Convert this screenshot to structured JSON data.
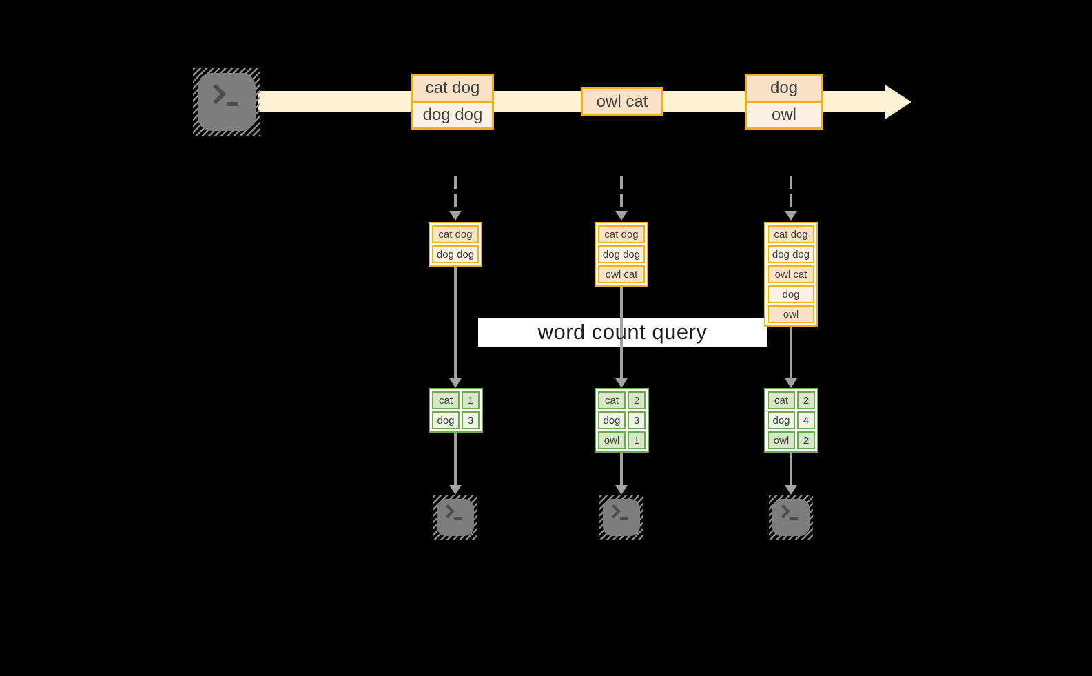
{
  "query_banner": {
    "label": "word count query"
  },
  "stream": {
    "records": [
      {
        "rows": [
          "cat dog",
          "dog dog"
        ]
      },
      {
        "rows": [
          "owl cat"
        ]
      },
      {
        "rows": [
          "dog",
          "owl"
        ]
      }
    ]
  },
  "columns": [
    {
      "buffer": [
        "cat dog",
        "dog dog"
      ],
      "counts": [
        {
          "word": "cat",
          "count": "1"
        },
        {
          "word": "dog",
          "count": "3"
        }
      ]
    },
    {
      "buffer": [
        "cat dog",
        "dog dog",
        "owl cat"
      ],
      "counts": [
        {
          "word": "cat",
          "count": "2"
        },
        {
          "word": "dog",
          "count": "3"
        },
        {
          "word": "owl",
          "count": "1"
        }
      ]
    },
    {
      "buffer": [
        "cat dog",
        "dog dog",
        "owl cat",
        "dog",
        "owl"
      ],
      "counts": [
        {
          "word": "cat",
          "count": "2"
        },
        {
          "word": "dog",
          "count": "4"
        },
        {
          "word": "owl",
          "count": "2"
        }
      ]
    }
  ],
  "icons": {
    "source": "terminal-icon",
    "sinks": [
      "terminal-icon",
      "terminal-icon",
      "terminal-icon"
    ]
  },
  "colors": {
    "gold_border": "#eeb01c",
    "peach_fill": "#fae2c7",
    "cream_fill": "#fdf2e3",
    "stream_fill": "#fdf3d2",
    "green_border": "#6fa84f",
    "green_dark_fill": "#d8e7c6",
    "green_light_fill": "#eef4e6",
    "arrow_gray": "#a3a3a3",
    "terminal_gray": "#7d7d7d",
    "text_dark": "#3f3f3f",
    "background": "#000000"
  }
}
